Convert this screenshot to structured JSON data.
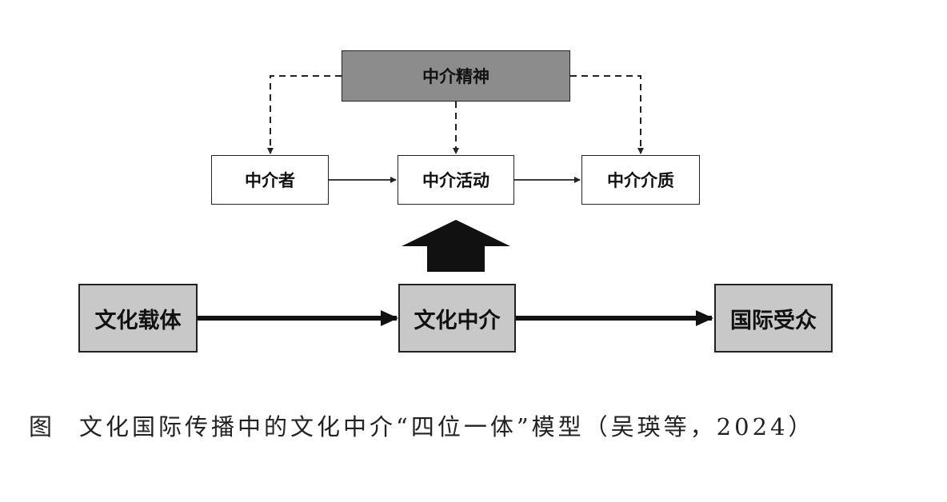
{
  "diagram": {
    "top_box": "中介精神",
    "middle_row": {
      "left": "中介者",
      "center": "中介活动",
      "right": "中介介质"
    },
    "bottom_row": {
      "left": "文化载体",
      "center": "文化中介",
      "right": "国际受众"
    }
  },
  "caption": {
    "label": "图",
    "text": "文化国际传播中的文化中介“四位一体”模型（吴瑛等，2024）"
  }
}
